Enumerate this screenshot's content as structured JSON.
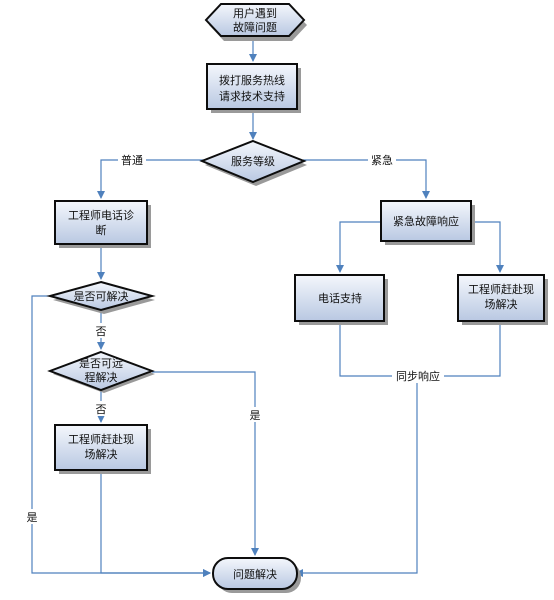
{
  "nodes": {
    "start": [
      "用户遇到",
      "故障问题"
    ],
    "dial": [
      "拨打服务热线",
      "请求技术支持"
    ],
    "level": [
      "服务等级"
    ],
    "phone_diag": [
      "工程师电话诊",
      "断"
    ],
    "solvable": [
      "是否可解决"
    ],
    "remote": [
      "是否可远",
      "程解决"
    ],
    "onsite_left": [
      "工程师赶赴现",
      "场解决"
    ],
    "emergency": [
      "紧急故障响应"
    ],
    "phone_support": [
      "电话支持"
    ],
    "onsite_right": [
      "工程师赶赴现",
      "场解决"
    ],
    "resolved": [
      "问题解决"
    ]
  },
  "edge_labels": {
    "normal": "普通",
    "urgent": "紧急",
    "no_1": "否",
    "no_2": "否",
    "yes_remote": "是",
    "yes_solvable": "是",
    "sync": "同步响应"
  },
  "colors": {
    "box_top": "#f4f7fc",
    "box_bottom": "#b9c8e2",
    "border": "#0d0d0d",
    "shadow": "#9a9a9a",
    "arrow": "#4f81bd"
  }
}
